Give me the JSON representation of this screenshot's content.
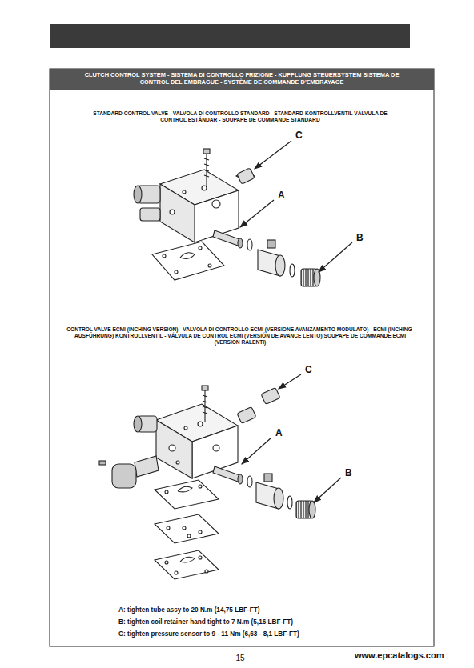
{
  "diagram": {
    "title": "CLUTCH CONTROL SYSTEM - SISTEMA DI CONTROLLO FRIZIONE - KUPPLUNG STEUERSYSTEM SISTEMA DE CONTROL DEL EMBRAGUE - SYSTÈME DE COMMANDE D'EMBRAYAGE",
    "labels": [
      "STANDARD CONTROL VALVE - VALVOLA DI CONTROLLO STANDARD - STANDARD-KONTROLLVENTIL VÁLVULA DE CONTROL ESTÁNDAR - SOUPAPE DE COMMANDE STANDARD",
      "C",
      "A",
      "B",
      "CONTROL VALVE ECMI (INCHING VERSION) - VALVOLA DI CONTROLLO ECMI (VERSIONE AVANZAMENTO MODULATO) - ECMI (INCHING-AUSFÜHRUNG) KONTROLLVENTIL - VÁLVULA DE CONTROL ECMI (VERSIÓN DE AVANCE LENTO) SOUPAPE DE COMMANDE ECMI (VERSION RALENTI)",
      "C",
      "A",
      "B",
      "A: tighten tube assy to 20 N.m (14,75 LBF-FT)",
      "B: tighten coil retainer hand tight to 7 N.m (5,16 LBF-FT)",
      "C: tighten pressure sensor to 9 - 11 Nm (6,63 - 8,1 LBF-FT)",
      "15",
      "www.epcatalogs.com"
    ]
  }
}
